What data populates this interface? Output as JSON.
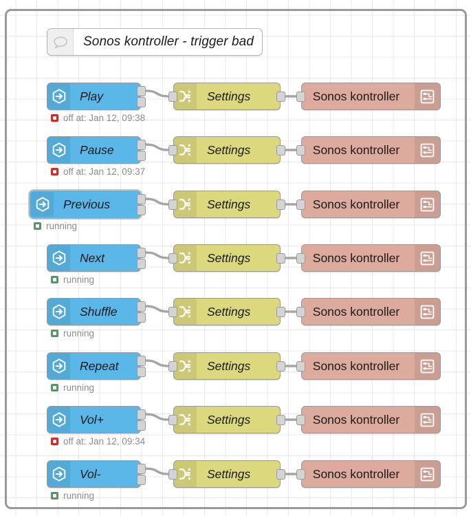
{
  "workspace": {
    "name": "node-red-flow-canvas",
    "grid": true
  },
  "comment": {
    "icon": "speech-bubble-icon",
    "label": "Sonos kontroller - trigger bad"
  },
  "labels": {
    "settings": "Settings",
    "sonos": "Sonos kontroller"
  },
  "icons": {
    "inject": "inject-arrow-hexagon-icon",
    "change": "shuffle-arrows-icon",
    "sonos": "template-list-icon"
  },
  "rows": [
    {
      "id": "play",
      "trigger_label": "Play",
      "change_label": "Settings",
      "sonos_label": "Sonos kontroller",
      "status_text": "off at: Jan 12, 09:38",
      "status_state": "off",
      "selected": false
    },
    {
      "id": "pause",
      "trigger_label": "Pause",
      "change_label": "Settings",
      "sonos_label": "Sonos kontroller",
      "status_text": "off at: Jan 12, 09:37",
      "status_state": "off",
      "selected": false
    },
    {
      "id": "previous",
      "trigger_label": "Previous",
      "change_label": "Settings",
      "sonos_label": "Sonos kontroller",
      "status_text": "running",
      "status_state": "running",
      "selected": true
    },
    {
      "id": "next",
      "trigger_label": "Next",
      "change_label": "Settings",
      "sonos_label": "Sonos kontroller",
      "status_text": "running",
      "status_state": "running",
      "selected": false
    },
    {
      "id": "shuffle",
      "trigger_label": "Shuffle",
      "change_label": "Settings",
      "sonos_label": "Sonos kontroller",
      "status_text": "running",
      "status_state": "running",
      "selected": false
    },
    {
      "id": "repeat",
      "trigger_label": "Repeat",
      "change_label": "Settings",
      "sonos_label": "Sonos kontroller",
      "status_text": "running",
      "status_state": "running",
      "selected": false
    },
    {
      "id": "volume-up",
      "trigger_label": "Vol+",
      "change_label": "Settings",
      "sonos_label": "Sonos kontroller",
      "status_text": "off at: Jan 12, 09:34",
      "status_state": "off",
      "selected": false
    },
    {
      "id": "volume-down",
      "trigger_label": "Vol-",
      "change_label": "Settings",
      "sonos_label": "Sonos kontroller",
      "status_text": "running",
      "status_state": "running",
      "selected": false
    }
  ],
  "colors": {
    "inject_node": "#5bb7e8",
    "change_node": "#dcd87e",
    "sonos_node": "#dcab9e",
    "status_off": "#cf2a27",
    "status_running": "#5a9367",
    "wire": "#a5a5a5",
    "grid": "#e8e8e8"
  }
}
